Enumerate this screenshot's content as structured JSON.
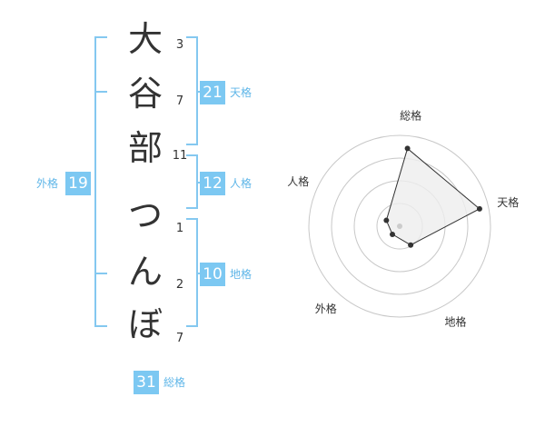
{
  "name": {
    "chars": [
      {
        "char": "大",
        "strokes": "3"
      },
      {
        "char": "谷",
        "strokes": "7"
      },
      {
        "char": "部",
        "strokes": "11"
      },
      {
        "char": "つ",
        "strokes": "1"
      },
      {
        "char": "ん",
        "strokes": "2"
      },
      {
        "char": "ぼ",
        "strokes": "7"
      }
    ]
  },
  "kakusu": {
    "tenkaku": {
      "value": "21",
      "label": "天格"
    },
    "jinkaku": {
      "value": "12",
      "label": "人格"
    },
    "chikaku": {
      "value": "10",
      "label": "地格"
    },
    "gaikaku": {
      "value": "19",
      "label": "外格"
    },
    "soukaku": {
      "value": "31",
      "label": "総格"
    }
  },
  "colors": {
    "bracket": "#84c8f0",
    "badge": "#7cc8f2",
    "badge_label": "#5fb6e8",
    "text": "#333333"
  },
  "chart_data": {
    "type": "radar",
    "axes": [
      "総格",
      "天格",
      "地格",
      "外格",
      "人格"
    ],
    "values": [
      4.3,
      4.5,
      1.2,
      0.6,
      0.8
    ],
    "range": [
      0,
      5
    ],
    "rings": 4
  }
}
